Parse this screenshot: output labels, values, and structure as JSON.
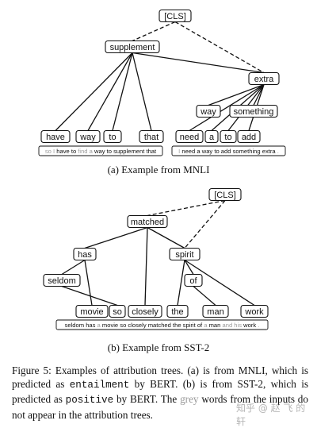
{
  "figure_a": {
    "caption": "(a) Example from MNLI",
    "nodes": {
      "cls": "[CLS]",
      "supplement": "supplement",
      "extra": "extra",
      "have": "have",
      "way_left": "way",
      "to_left": "to",
      "that": "that",
      "way_right": "way",
      "something": "something",
      "need": "need",
      "a": "a",
      "to_right": "to",
      "add": "add"
    },
    "sentence1_tokens": [
      {
        "t": "so",
        "grey": true
      },
      {
        "t": "I",
        "grey": true
      },
      {
        "t": "have",
        "grey": false
      },
      {
        "t": "to",
        "grey": false
      },
      {
        "t": "find",
        "grey": true
      },
      {
        "t": "a",
        "grey": true
      },
      {
        "t": "way",
        "grey": false
      },
      {
        "t": "to",
        "grey": false
      },
      {
        "t": "supplement",
        "grey": false
      },
      {
        "t": "that",
        "grey": false
      }
    ],
    "sentence2_tokens": [
      {
        "t": "I",
        "grey": true
      },
      {
        "t": "need",
        "grey": false
      },
      {
        "t": "a",
        "grey": false
      },
      {
        "t": "way",
        "grey": false
      },
      {
        "t": "to",
        "grey": false
      },
      {
        "t": "add",
        "grey": false
      },
      {
        "t": "something",
        "grey": false
      },
      {
        "t": "extra",
        "grey": false
      },
      {
        "t": ".",
        "grey": true
      }
    ]
  },
  "figure_b": {
    "caption": "(b) Example from SST-2",
    "nodes": {
      "cls": "[CLS]",
      "matched": "matched",
      "has": "has",
      "spirit": "spirit",
      "seldom": "seldom",
      "of": "of",
      "movie": "movie",
      "so": "so",
      "closely": "closely",
      "the": "the",
      "man": "man",
      "work": "work"
    },
    "sentence_tokens": [
      {
        "t": "seldom",
        "grey": false
      },
      {
        "t": "has",
        "grey": false
      },
      {
        "t": "a",
        "grey": true
      },
      {
        "t": "movie",
        "grey": false
      },
      {
        "t": "so",
        "grey": false
      },
      {
        "t": "closely",
        "grey": false
      },
      {
        "t": "matched",
        "grey": false
      },
      {
        "t": "the",
        "grey": false
      },
      {
        "t": "spirit",
        "grey": false
      },
      {
        "t": "of",
        "grey": false
      },
      {
        "t": "a",
        "grey": true
      },
      {
        "t": "man",
        "grey": false
      },
      {
        "t": "and",
        "grey": true
      },
      {
        "t": "his",
        "grey": true
      },
      {
        "t": "work",
        "grey": false
      },
      {
        "t": ".",
        "grey": true
      }
    ]
  },
  "figure_caption": {
    "part1": "Figure 5: Examples of attribution trees. (a) is from MNLI, which is predicted as ",
    "label1": "entailment",
    "part2": " by BERT. (b) is from SST-2, which is predicted as ",
    "label2": "positive",
    "part3": " by BERT. The ",
    "grey_word": "grey",
    "part4": " words from the inputs do not appear in the attribution trees."
  },
  "watermark": "知乎 @ 赵 飞 的 轩"
}
